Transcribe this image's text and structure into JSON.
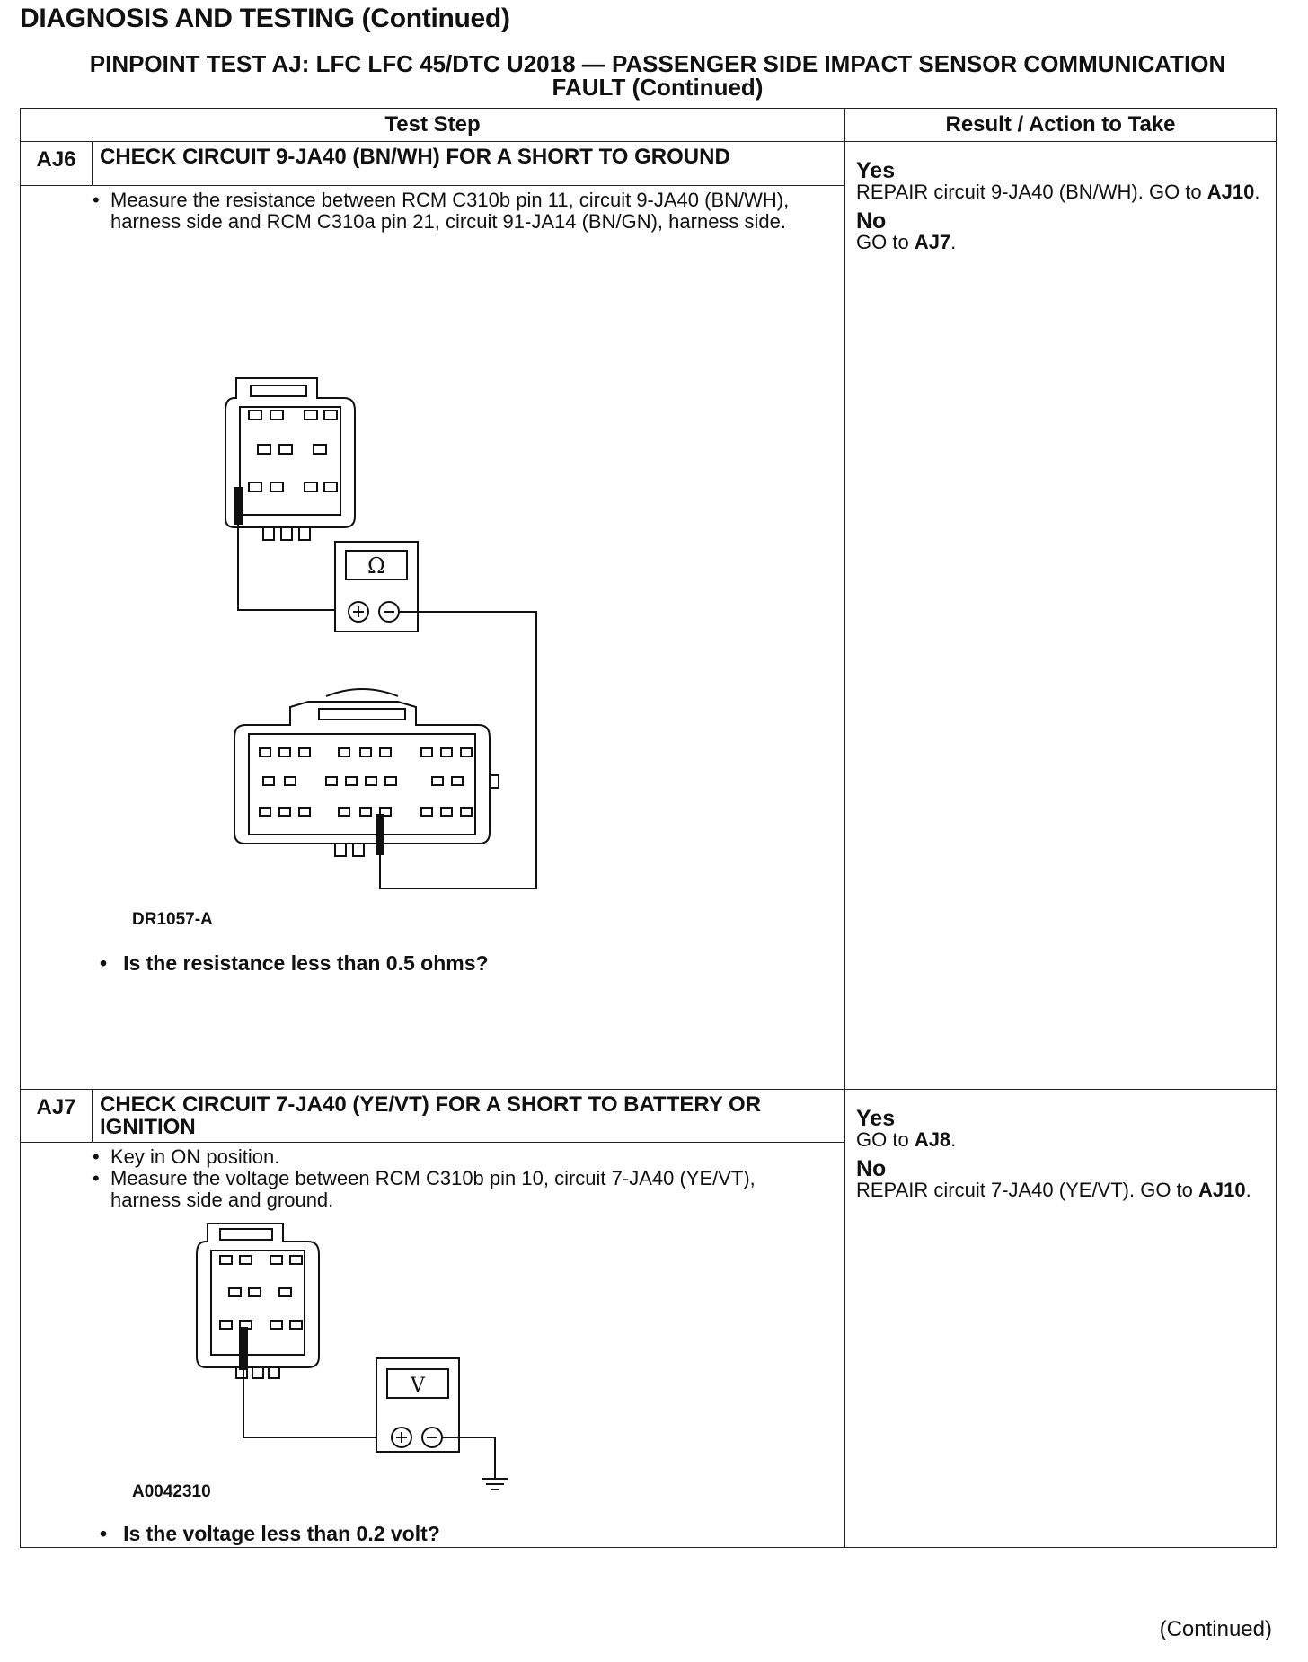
{
  "page": {
    "title": "DIAGNOSIS AND TESTING (Continued)",
    "test_title_line1": "PINPOINT TEST  AJ: LFC LFC 45/DTC U2018 — PASSENGER SIDE IMPACT SENSOR COMMUNICATION",
    "test_title_line2": "FAULT (Continued)",
    "continued": "(Continued)"
  },
  "table": {
    "col_test_step": "Test Step",
    "col_result": "Result / Action to Take"
  },
  "steps": [
    {
      "id": "AJ6",
      "title": "CHECK CIRCUIT 9-JA40 (BN/WH) FOR A SHORT TO GROUND",
      "bullets": [
        "Measure the resistance between RCM C310b pin 11, circuit 9-JA40 (BN/WH), harness side and RCM C310a pin 21, circuit 91-JA14 (BN/GN), harness side."
      ],
      "figure_id": "DR1057-A",
      "meter_symbol": "Ω",
      "question": "Is the resistance less than 0.5 ohms?",
      "yes_label": "Yes",
      "yes_text": "REPAIR circuit 9-JA40 (BN/WH). GO to",
      "yes_goto": "AJ10",
      "no_label": "No",
      "no_text": "GO to",
      "no_goto": "AJ7"
    },
    {
      "id": "AJ7",
      "title": "CHECK CIRCUIT 7-JA40 (YE/VT) FOR A SHORT TO BATTERY OR IGNITION",
      "bullets": [
        "Key in ON position.",
        "Measure the voltage between RCM C310b pin 10, circuit 7-JA40 (YE/VT), harness side and ground."
      ],
      "figure_id": "A0042310",
      "meter_symbol": "V",
      "question": "Is the voltage less than 0.2 volt?",
      "yes_label": "Yes",
      "yes_text": "GO to",
      "yes_goto": "AJ8",
      "no_label": "No",
      "no_text": "REPAIR circuit 7-JA40 (YE/VT). GO to",
      "no_goto": "AJ10"
    }
  ]
}
